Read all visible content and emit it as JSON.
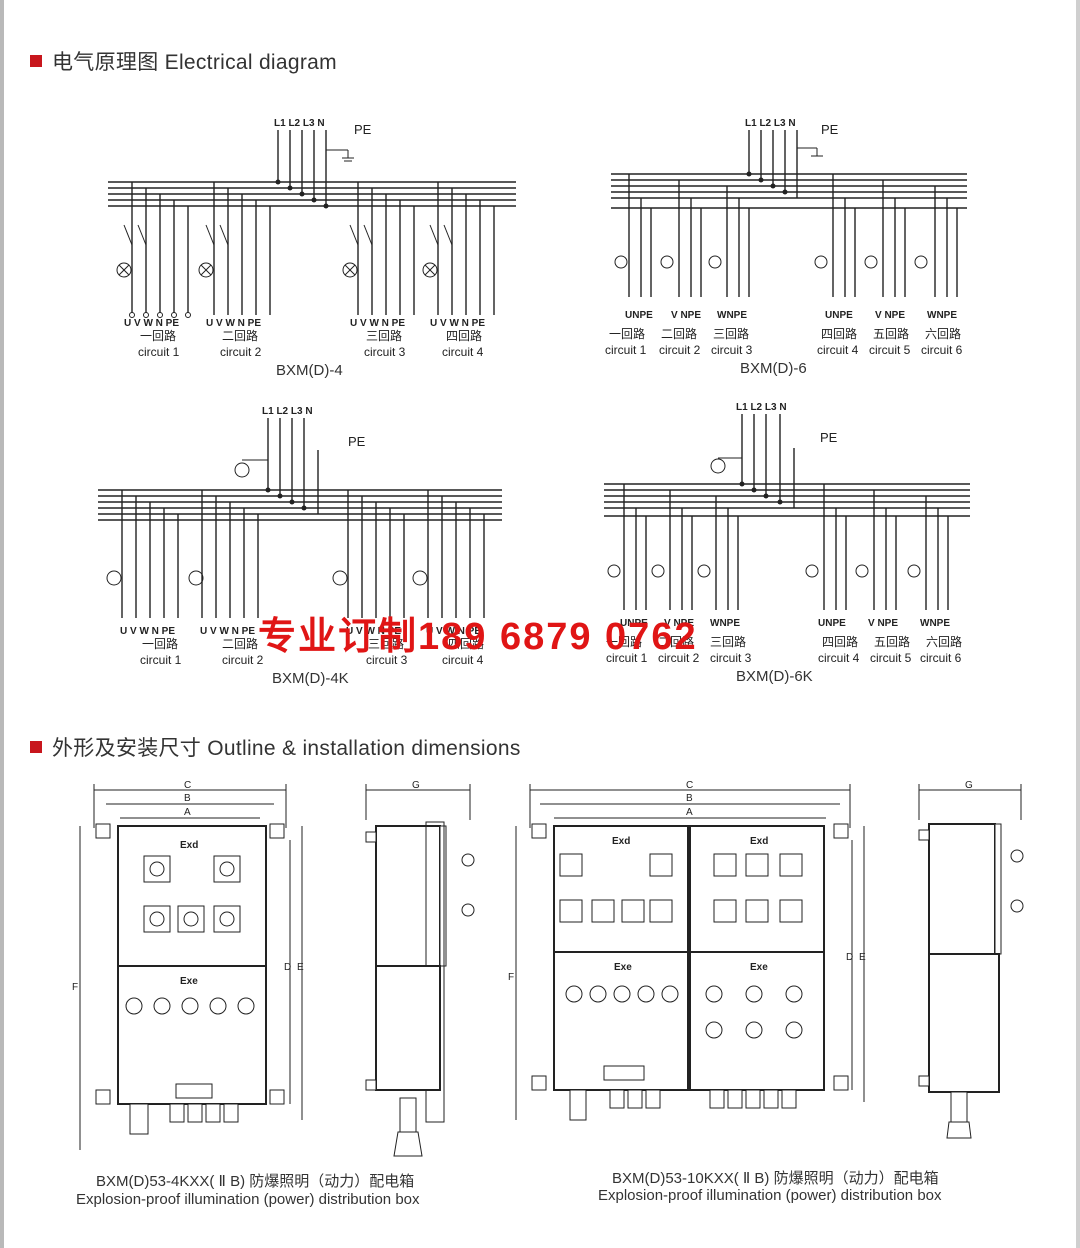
{
  "sections": {
    "electrical": {
      "title": "电气原理图 Electrical diagram"
    },
    "outline": {
      "title": "外形及安装尺寸 Outline & installation dimensions"
    }
  },
  "colors": {
    "accent": "#c8161d",
    "watermark": "#e01515",
    "line": "#222222"
  },
  "bus_labels": {
    "phases": "L1 L2 L3 N",
    "pe": "PE"
  },
  "diagrams": [
    {
      "model": "BXM(D)-4",
      "circuits": [
        {
          "terminals": "U V W N PE",
          "cn": "一回路",
          "en": "circuit 1"
        },
        {
          "terminals": "U V W N PE",
          "cn": "二回路",
          "en": "circuit 2"
        },
        {
          "terminals": "U V W N PE",
          "cn": "三回路",
          "en": "circuit 3"
        },
        {
          "terminals": "U V W N PE",
          "cn": "四回路",
          "en": "circuit 4"
        }
      ]
    },
    {
      "model": "BXM(D)-6",
      "circuits": [
        {
          "terminals": "UNPE",
          "cn": "一回路",
          "en": "circuit 1"
        },
        {
          "terminals": "V NPE",
          "cn": "二回路",
          "en": "circuit 2"
        },
        {
          "terminals": "WNPE",
          "cn": "三回路",
          "en": "circuit 3"
        },
        {
          "terminals": "UNPE",
          "cn": "四回路",
          "en": "circuit 4"
        },
        {
          "terminals": "V NPE",
          "cn": "五回路",
          "en": "circuit 5"
        },
        {
          "terminals": "WNPE",
          "cn": "六回路",
          "en": "circuit 6"
        }
      ]
    },
    {
      "model": "BXM(D)-4K",
      "circuits": [
        {
          "terminals": "U V W N PE",
          "cn": "一回路",
          "en": "circuit 1"
        },
        {
          "terminals": "U V W N PE",
          "cn": "二回路",
          "en": "circuit 2"
        },
        {
          "terminals": "U V W N PE",
          "cn": "三回路",
          "en": "circuit 3"
        },
        {
          "terminals": "U V W N PE",
          "cn": "四回路",
          "en": "circuit 4"
        }
      ]
    },
    {
      "model": "BXM(D)-6K",
      "circuits": [
        {
          "terminals": "UNPE",
          "cn": "一回路",
          "en": "circuit 1"
        },
        {
          "terminals": "V NPE",
          "cn": "二回路",
          "en": "circuit 2"
        },
        {
          "terminals": "WNPE",
          "cn": "三回路",
          "en": "circuit 3"
        },
        {
          "terminals": "UNPE",
          "cn": "四回路",
          "en": "circuit 4"
        },
        {
          "terminals": "V NPE",
          "cn": "五回路",
          "en": "circuit 5"
        },
        {
          "terminals": "WNPE",
          "cn": "六回路",
          "en": "circuit 6"
        }
      ]
    }
  ],
  "watermark": "专业订制189 6879 0762",
  "dimension_letters": {
    "a": "A",
    "b": "B",
    "c": "C",
    "d": "D",
    "e": "E",
    "f": "F",
    "g": "G"
  },
  "box_labels": {
    "exd": "Exd",
    "exe": "Exe"
  },
  "products": [
    {
      "model_caption": "BXM(D)53-4KXX( Ⅱ B) 防爆照明（动力）配电箱",
      "caption_en": "Explosion-proof illumination (power) distribution box"
    },
    {
      "model_caption": "BXM(D)53-10KXX( Ⅱ B) 防爆照明（动力）配电箱",
      "caption_en": "Explosion-proof illumination (power) distribution box"
    }
  ]
}
